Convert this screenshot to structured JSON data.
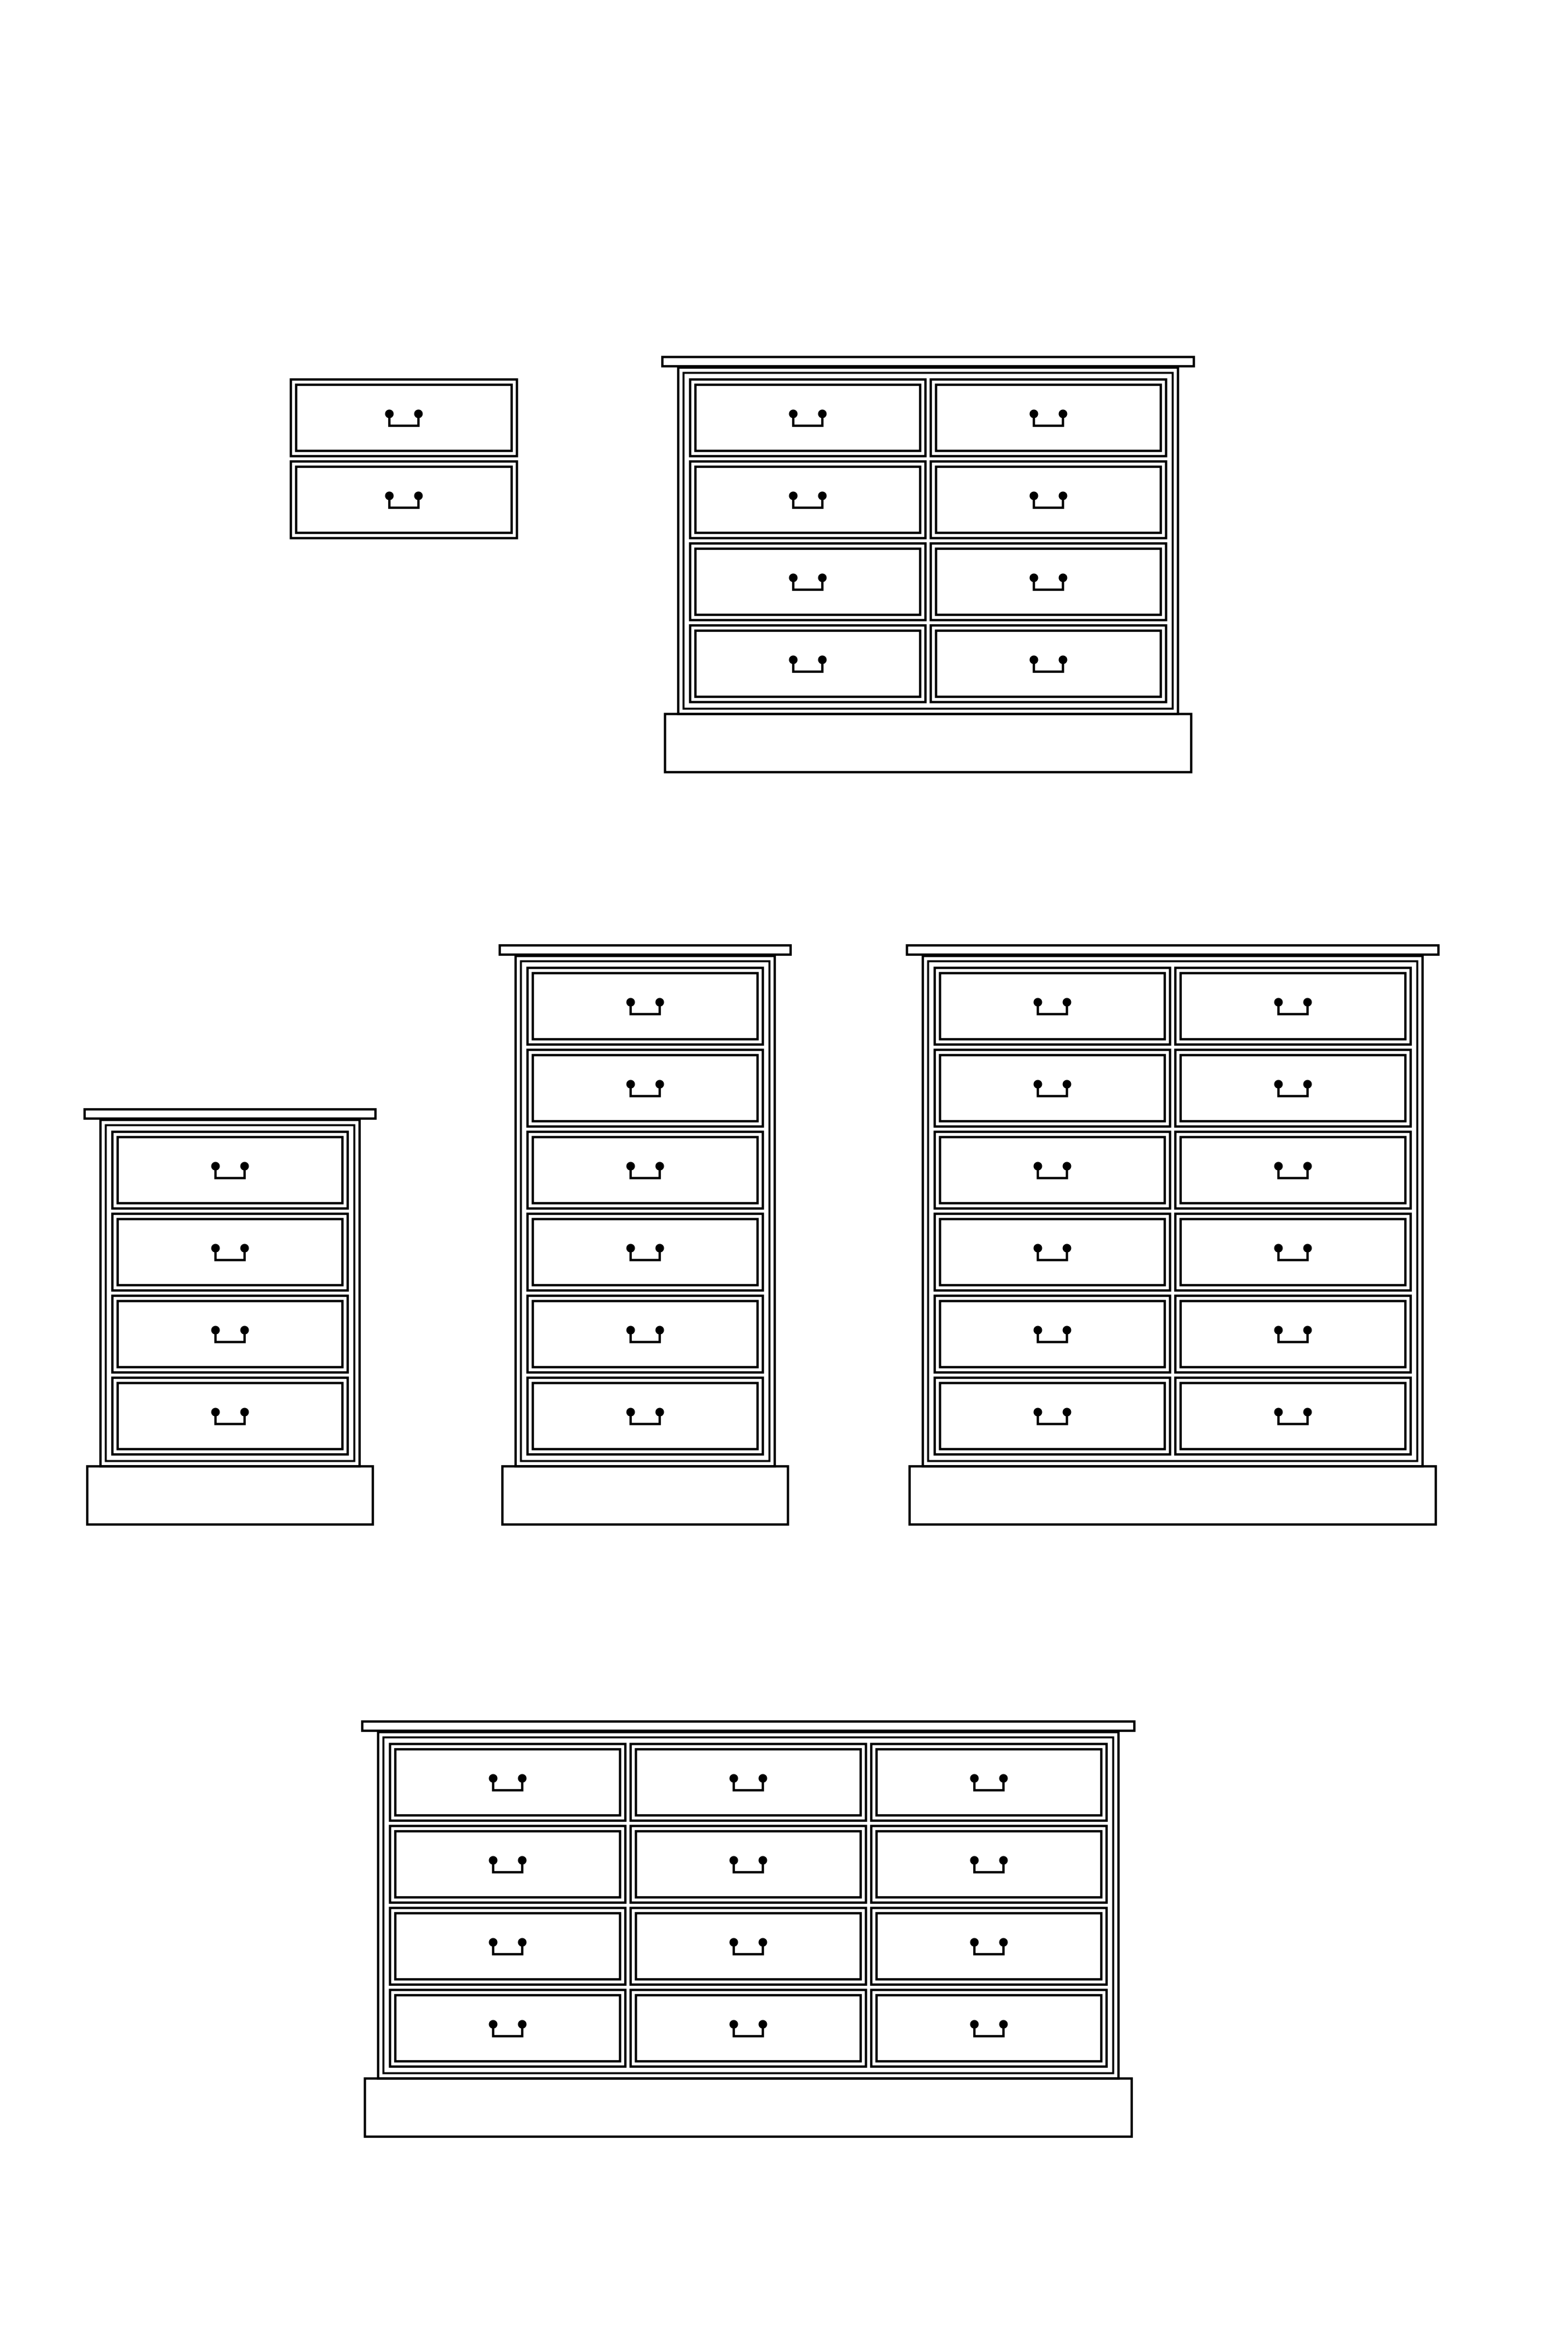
{
  "colors": {
    "background": "#ffffff",
    "line": "#000000"
  },
  "units": [
    {
      "id": "unit-2-drawer",
      "columns": 1,
      "rows": 2,
      "has_top": false,
      "has_plinth": false
    },
    {
      "id": "unit-8-drawer",
      "columns": 2,
      "rows": 4,
      "has_top": true,
      "has_plinth": true
    },
    {
      "id": "unit-4-drawer",
      "columns": 1,
      "rows": 4,
      "has_top": true,
      "has_plinth": true
    },
    {
      "id": "unit-6-drawer",
      "columns": 1,
      "rows": 6,
      "has_top": true,
      "has_plinth": true
    },
    {
      "id": "unit-12-drawer",
      "columns": 2,
      "rows": 6,
      "has_top": true,
      "has_plinth": true
    },
    {
      "id": "unit-12-drawer-wide",
      "columns": 3,
      "rows": 4,
      "has_top": true,
      "has_plinth": true
    }
  ],
  "drawer_handle_icon": "cup-handle-icon"
}
